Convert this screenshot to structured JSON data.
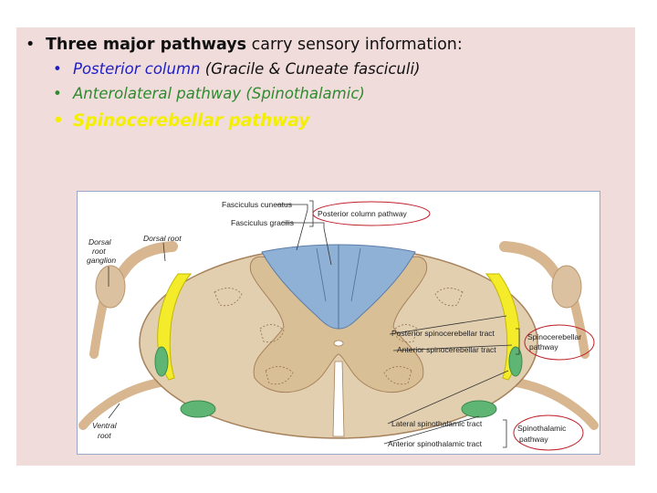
{
  "slide": {
    "bullet1": {
      "bold": "Three major pathways",
      "rest": " carry sensory information:"
    },
    "sub1": {
      "colored": "Posterior column",
      "rest": " (Gracile & Cuneate fasciculi)",
      "color": "#1d1fc4"
    },
    "sub2": {
      "text": "Anterolateral pathway (Spinothalamic)",
      "color": "#2e8b2e"
    },
    "sub3": {
      "text": "Spinocerebellar pathway",
      "color": "#f2ef00"
    }
  },
  "diagram": {
    "labels": {
      "fasciculus_cuneatus": "Fasciculus cuneatus",
      "fasciculus_gracilis": "Fasciculus gracilis",
      "posterior_column_pathway": "Posterior column pathway",
      "dorsal_root_ganglion": [
        "Dorsal",
        "root",
        "ganglion"
      ],
      "dorsal_root": "Dorsal root",
      "ventral_root": [
        "Ventral",
        "root"
      ],
      "posterior_spinocerebellar_tract": "Posterior spinocerebellar tract",
      "anterior_spinocerebellar_tract": "Anterior spinocerebellar tract",
      "spinocerebellar_pathway": [
        "Spinocerebellar",
        "pathway"
      ],
      "lateral_spinothalamic_tract": "Lateral spinothalamic tract",
      "anterior_spinothalamic_tract": "Anterior spinothalamic tract",
      "spinothalamic_pathway": [
        "Spinothalamic",
        "pathway"
      ]
    },
    "colors": {
      "posterior_column": "#8fb1d5",
      "spinocerebellar": "#f4ec2a",
      "spinothalamic": "#5fb574",
      "white_matter": "#e2cfb0",
      "grey_matter": "#d9bf95",
      "root": "#d7b690"
    }
  }
}
